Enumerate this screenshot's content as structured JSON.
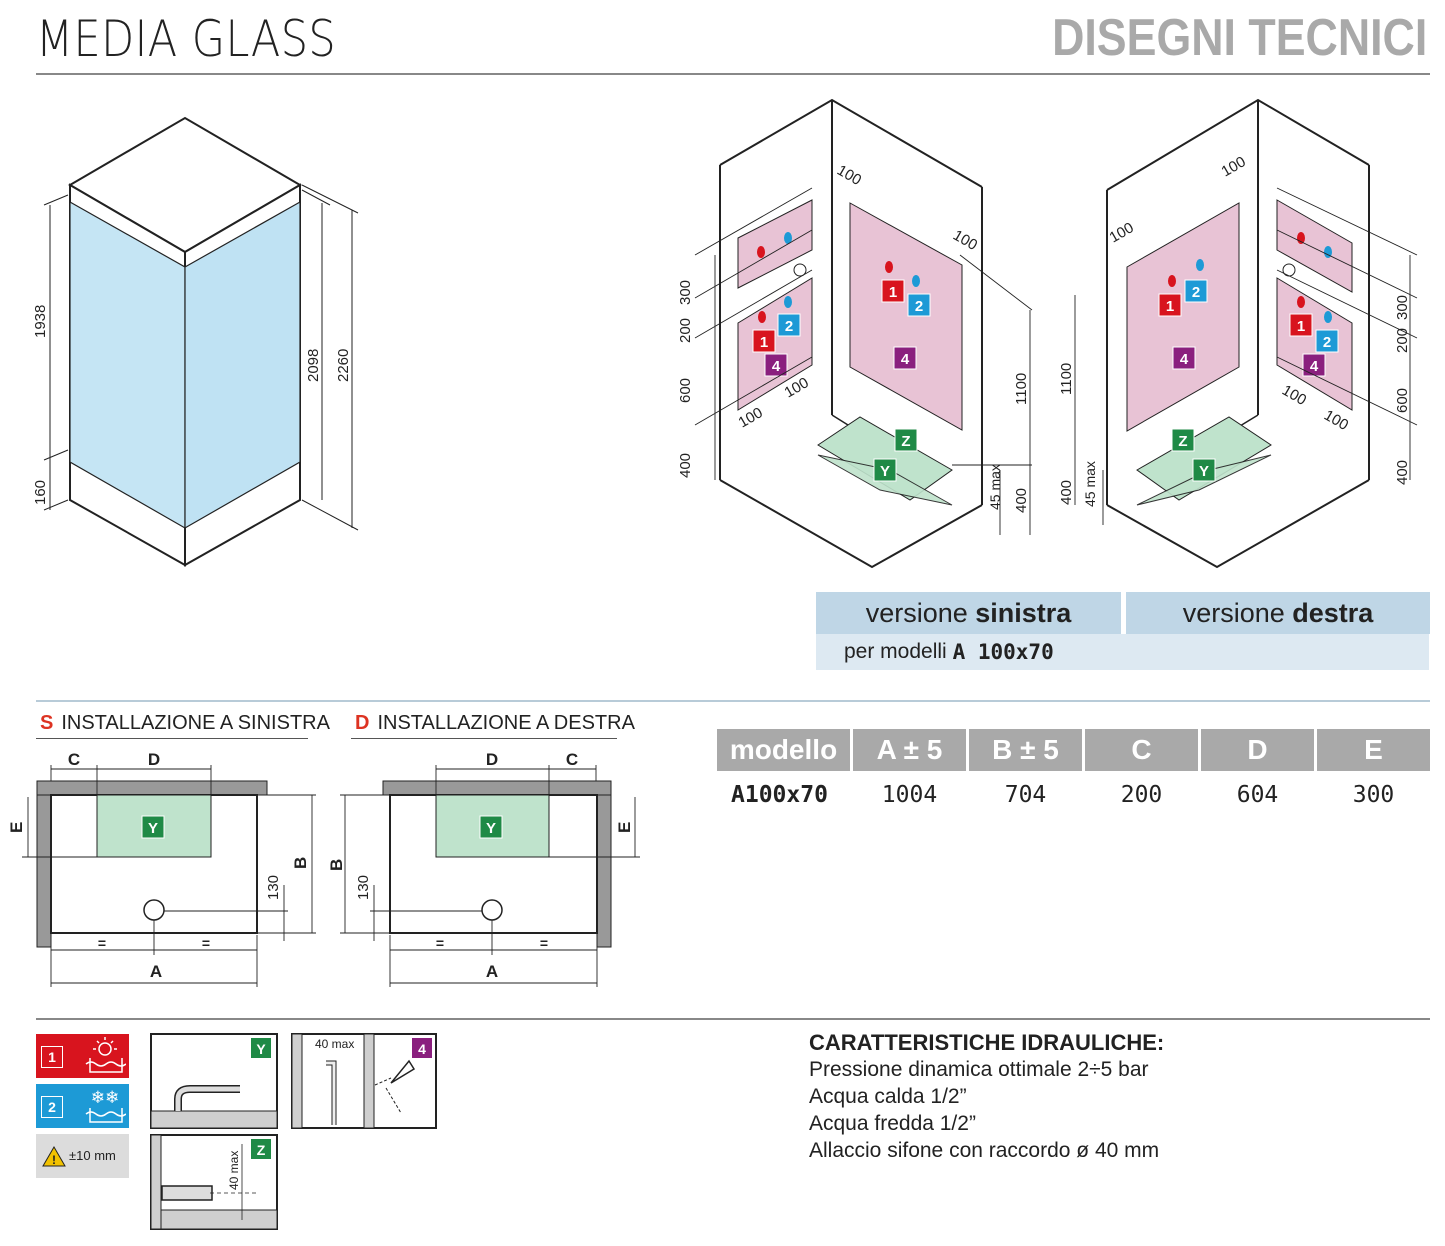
{
  "header": {
    "product_title": "MEDIA GLASS",
    "section_title": "DISEGNI TECNICI"
  },
  "iso_view": {
    "dims": {
      "glass_height": "1938",
      "base_height": "160",
      "door_height": "2098",
      "total_height": "2260"
    }
  },
  "connection_views": {
    "labels": [
      "100",
      "100",
      "100",
      "100",
      "300",
      "200",
      "600",
      "400",
      "1100",
      "45 max",
      "400"
    ],
    "badge_hot": "1",
    "badge_cold": "2",
    "badge_shower": "4",
    "badge_drain_z": "Z",
    "badge_drain_y": "Y"
  },
  "versions": {
    "left_prefix": "versione ",
    "left_strong": "sinistra",
    "right_prefix": "versione ",
    "right_strong": "destra",
    "models_prefix": "per modelli ",
    "models_value": "A 100x70"
  },
  "installation": {
    "left_letter": "S",
    "left_title": "INSTALLAZIONE A SINISTRA",
    "right_letter": "D",
    "right_title": "INSTALLAZIONE A DESTRA",
    "dim_c": "C",
    "dim_d": "D",
    "dim_e": "E",
    "dim_b": "B",
    "dim_a": "A",
    "dim_130": "130",
    "equal": "=",
    "drain_badge": "Y"
  },
  "spec_table": {
    "headers": [
      "modello",
      "A ± 5",
      "B ± 5",
      "C",
      "D",
      "E"
    ],
    "rows": [
      [
        "A100x70",
        "1004",
        "704",
        "200",
        "604",
        "300"
      ]
    ]
  },
  "legend": {
    "hot_badge": "1",
    "cold_badge": "2",
    "tolerance": "±10 mm",
    "y_badge": "Y",
    "z_badge": "Z",
    "z_max": "40 max",
    "shower_badge": "4",
    "shower_max": "40 max"
  },
  "hydraulics": {
    "title": "CARATTERISTICHE IDRAULICHE:",
    "lines": [
      "Pressione dinamica ottimale 2÷5 bar",
      "Acqua calda 1/2”",
      "Acqua fredda 1/2”",
      "Allaccio sifone con raccordo ø 40 mm"
    ]
  },
  "colors": {
    "glass": "#c5e5f4",
    "wall_zone": "#e8c3d5",
    "drain_zone": "#bfe3cc",
    "hot_red": "#d8141e",
    "cold_blue": "#1d9ad6",
    "shower_purple": "#8a1f7e",
    "drain_green": "#1f8a46",
    "header_gray": "#a9a9a9",
    "version_blue": "#bfd6e6"
  }
}
